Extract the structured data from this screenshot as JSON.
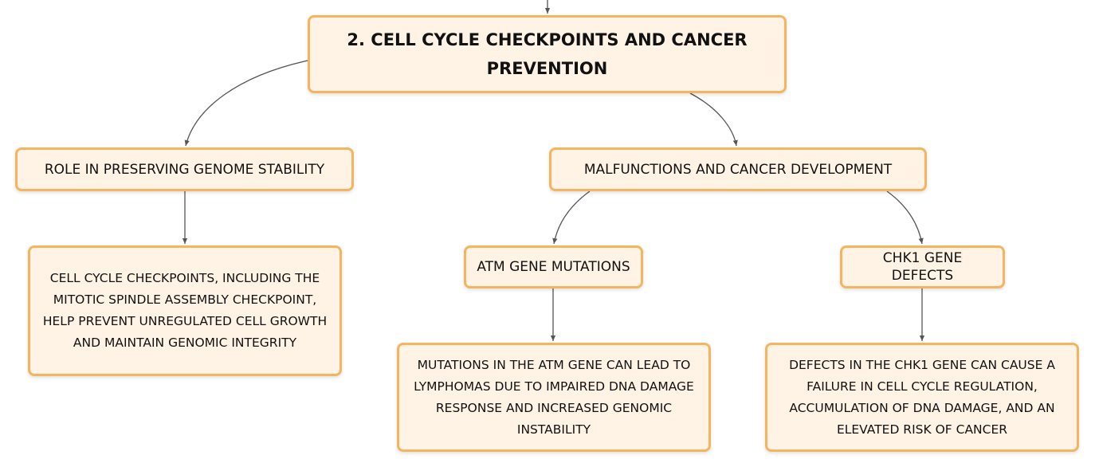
{
  "colors": {
    "node_fill": "#fff3e6",
    "node_border": "#f5b45f",
    "connector": "#555555"
  },
  "root": {
    "label": "2. CELL CYCLE CHECKPOINTS AND CANCER PREVENTION"
  },
  "branches": {
    "genome_stability": {
      "label": "ROLE IN PRESERVING GENOME STABILITY",
      "detail": "CELL CYCLE CHECKPOINTS, INCLUDING THE MITOTIC SPINDLE ASSEMBLY CHECKPOINT, HELP PREVENT UNREGULATED CELL GROWTH AND MAINTAIN GENOMIC INTEGRITY"
    },
    "malfunctions": {
      "label": "MALFUNCTIONS AND CANCER DEVELOPMENT",
      "children": {
        "atm": {
          "label": "ATM GENE MUTATIONS",
          "detail": "MUTATIONS IN THE ATM GENE CAN LEAD TO LYMPHOMAS DUE TO IMPAIRED DNA DAMAGE RESPONSE AND INCREASED GENOMIC INSTABILITY"
        },
        "chk1": {
          "label": "CHK1 GENE DEFECTS",
          "detail": "DEFECTS IN THE CHK1 GENE CAN CAUSE A FAILURE IN CELL CYCLE REGULATION, ACCUMULATION OF DNA DAMAGE, AND AN ELEVATED RISK OF CANCER"
        }
      }
    }
  }
}
